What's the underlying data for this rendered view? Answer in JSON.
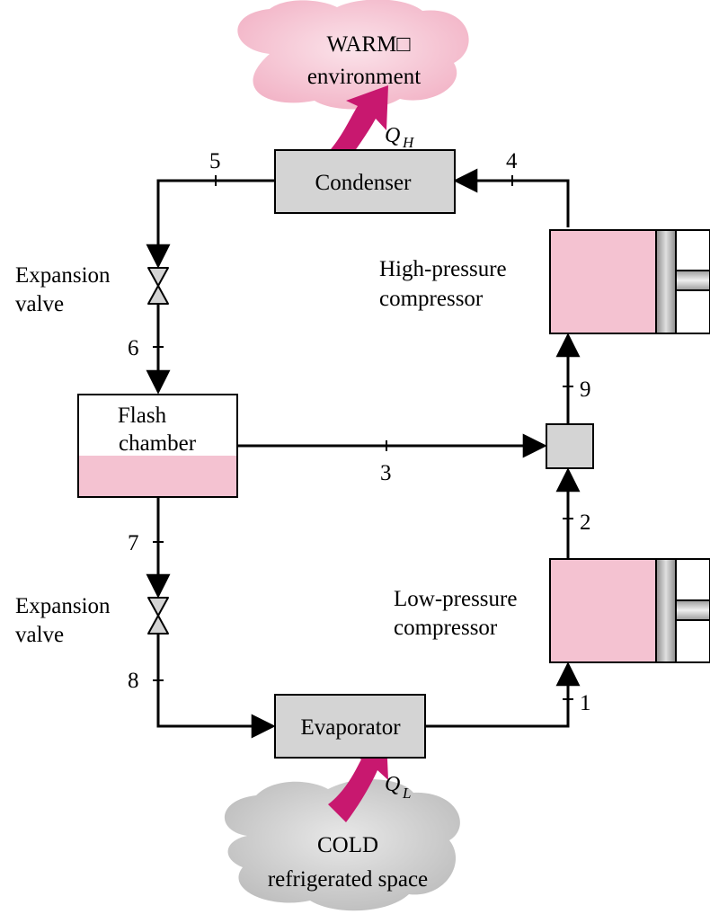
{
  "warm_cloud": {
    "line1": "WARM□",
    "line2": "environment"
  },
  "cold_cloud": {
    "line1": "COLD",
    "line2": "refrigerated space"
  },
  "heat": {
    "qh_symbol": "Q",
    "qh_subscript": "H",
    "ql_symbol": "Q",
    "ql_subscript": "L"
  },
  "components": {
    "condenser": "Condenser",
    "evaporator": "Evaporator",
    "flash_chamber_line1": "Flash",
    "flash_chamber_line2": "chamber",
    "hp_compressor_line1": "High-pressure",
    "hp_compressor_line2": "compressor",
    "lp_compressor_line1": "Low-pressure",
    "lp_compressor_line2": "compressor",
    "upper_valve_line1": "Expansion",
    "upper_valve_line2": "valve",
    "lower_valve_line1": "Expansion",
    "lower_valve_line2": "valve"
  },
  "state_points": [
    "1",
    "2",
    "3",
    "4",
    "5",
    "6",
    "7",
    "8",
    "9"
  ],
  "colors": {
    "pink": "#f4c2d1",
    "gray_box": "#d4d4d4",
    "arrow_magenta": "#c8186f",
    "cold_cloud": "#c8c8c8",
    "line": "#000000"
  }
}
